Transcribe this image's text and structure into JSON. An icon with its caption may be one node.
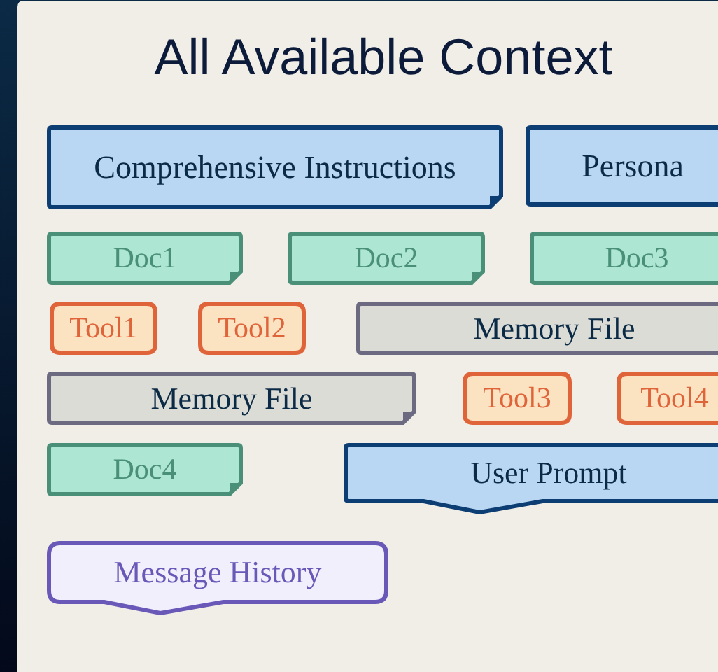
{
  "diagram": {
    "nodes": [
      {
        "text": [
          "All Available Context"
        ]
      },
      {
        "text": [
          "Comprehensive Instructions"
        ],
        "in": 0
      },
      {
        "text": [
          "Persona"
        ],
        "in": 0
      },
      {
        "text": [
          "Doc1"
        ],
        "in": 0
      },
      {
        "text": [
          "Doc2"
        ],
        "in": 0
      },
      {
        "text": [
          "Doc3"
        ],
        "in": 0
      },
      {
        "text": [
          "Tool1"
        ],
        "in": 0
      },
      {
        "text": [
          "Tool2"
        ],
        "in": 0
      },
      {
        "text": [
          "Memory File"
        ],
        "in": 0
      },
      {
        "text": [
          "Memory File"
        ],
        "in": 0
      },
      {
        "text": [
          "Tool3"
        ],
        "in": 0
      },
      {
        "text": [
          "Tool4"
        ],
        "in": 0
      },
      {
        "text": [
          "Doc4"
        ],
        "in": 0
      },
      {
        "text": [
          "User Prompt"
        ],
        "in": 0
      },
      {
        "text": [
          "Message History"
        ],
        "in": 0
      }
    ]
  }
}
